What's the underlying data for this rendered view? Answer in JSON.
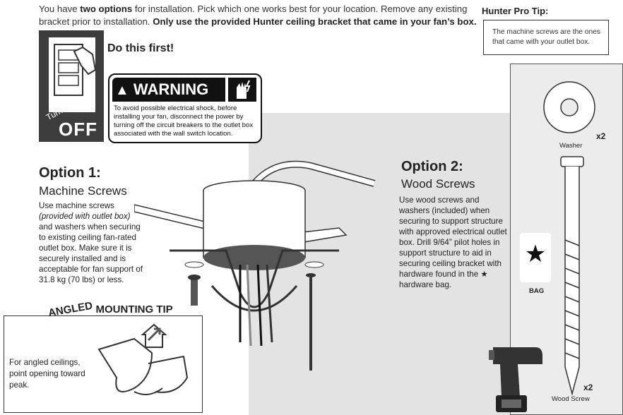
{
  "intro": {
    "prefix": "You have ",
    "bold1": "two options",
    "mid": " for installation. Pick which one works best for your location. Remove any existing bracket prior to installation. ",
    "bold2": "Only use the provided Hunter ceiling bracket that came in your fan’s box."
  },
  "pro_tip": {
    "title": "Hunter Pro Tip:",
    "text": "The machine screws are the ones that came with your outlet box."
  },
  "do_first": "Do this first!",
  "turn_power": {
    "line1": "Turn Power",
    "line2": "OFF"
  },
  "warning": {
    "title": "WARNING",
    "text": "To avoid possible electrical shock, before installing your fan, disconnect the power by turning off the circuit breakers to the outlet box associated with the wall switch location."
  },
  "option1": {
    "title": "Option 1:",
    "subtitle": "Machine Screws",
    "text_a": "Use machine screws",
    "text_b": "(provided with outlet box)",
    "text_c": "and washers when securing to existing ceiling fan-rated outlet box. Make sure it is securely installed and is acceptable for fan support of 31.8 kg (70 lbs) or less."
  },
  "option2": {
    "title": "Option 2:",
    "subtitle": "Wood Screws",
    "text_a": "Use wood screws and washers (included) when securing to support structure with approved electrical outlet box. Drill 9/64” pilot holes in support structure to aid in securing ceiling bracket with hardware found in the ",
    "star": "★",
    "text_b": " hardware bag."
  },
  "angled": {
    "title_a": "ANGLED",
    "title_b": " MOUNTING TIP",
    "text": "For angled ceilings, point opening toward peak."
  },
  "parts": {
    "washer": "Washer",
    "washer_qty": "x2",
    "bag": "BAG",
    "bag_star": "★",
    "screw": "Wood Screw",
    "screw_qty": "x2"
  }
}
